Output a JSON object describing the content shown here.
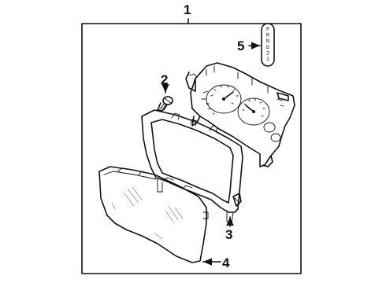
{
  "callouts": {
    "c1": "1",
    "c2": "2",
    "c3": "3",
    "c4": "4",
    "c5": "5"
  },
  "shift_indicator_letters": [
    "P",
    "R",
    "N",
    "D",
    "2",
    "1"
  ],
  "colors": {
    "ink": "#111111",
    "background": "#ffffff"
  }
}
